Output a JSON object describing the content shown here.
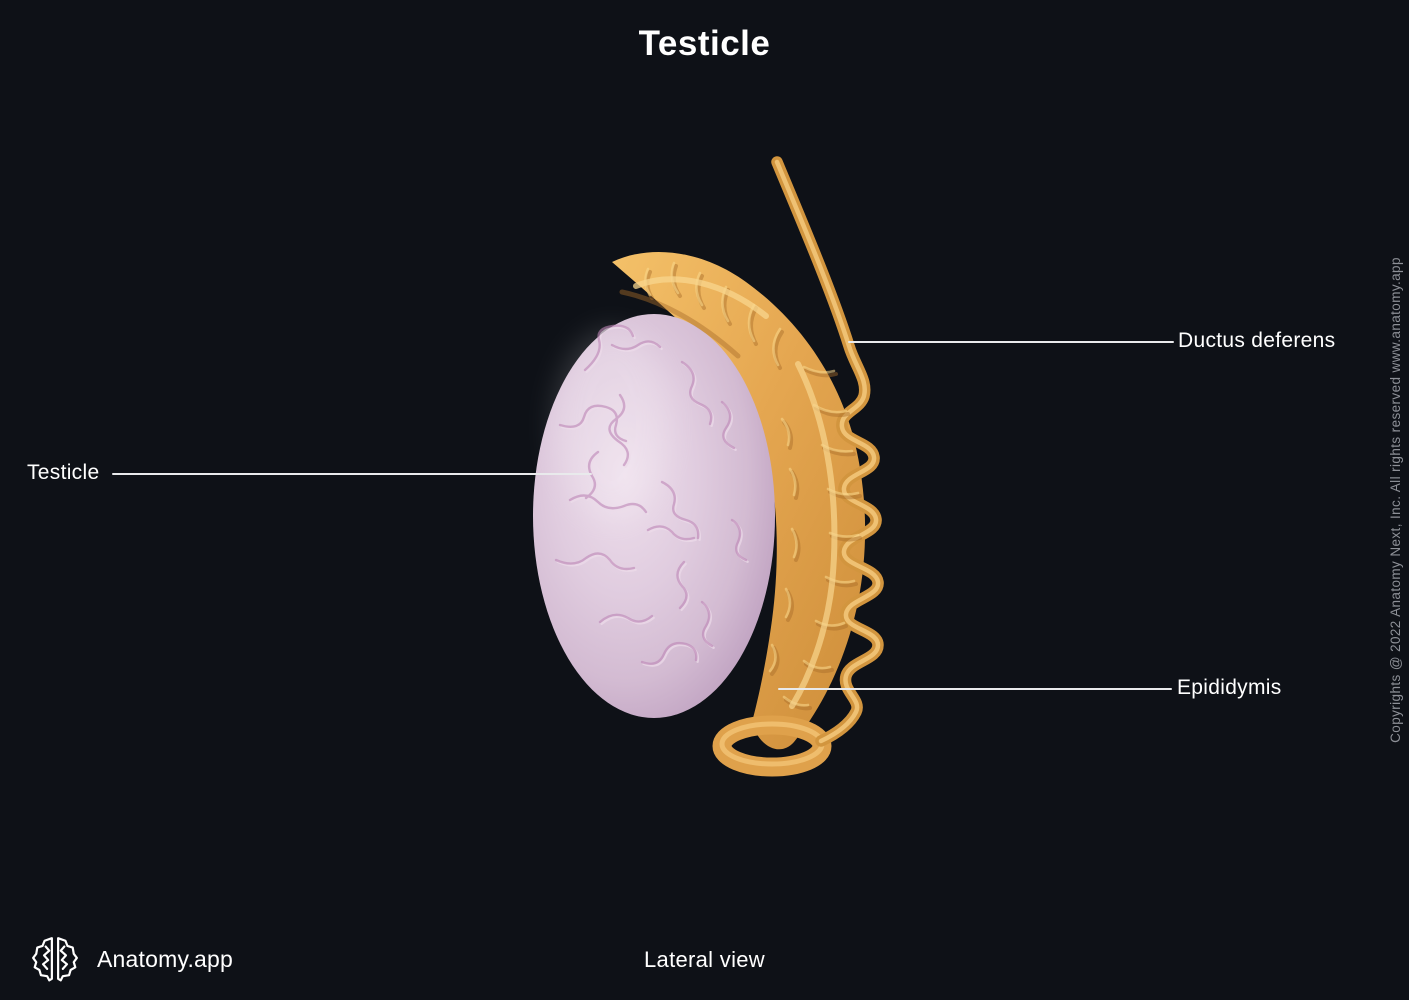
{
  "title": "Testicle",
  "view_label": "Lateral view",
  "brand": {
    "name": "Anatomy.app",
    "logo": "brain-icon"
  },
  "copyright": "Copyrights @ 2022 Anatomy Next, Inc. All rights reserved www.anatomy.app",
  "figure": {
    "type": "anatomical-illustration",
    "subject": "Testicle with epididymis and ductus deferens, lateral view",
    "parts": [
      {
        "name": "Testicle",
        "color": "#dcc6da"
      },
      {
        "name": "Epididymis",
        "color": "#e5a751"
      },
      {
        "name": "Ductus deferens",
        "color": "#e5a751"
      }
    ]
  },
  "labels": [
    {
      "id": "testicle",
      "text": "Testicle",
      "side": "left"
    },
    {
      "id": "ductus-deferens",
      "text": "Ductus deferens",
      "side": "right"
    },
    {
      "id": "epididymis",
      "text": "Epididymis",
      "side": "right"
    }
  ],
  "colors": {
    "background": "#0e1117",
    "text": "#ffffff",
    "copyright_text": "#8d9097",
    "leader_line": "#e9eaec",
    "testicle_fill": "#dcc6da",
    "testicle_vein": "#bd86b6",
    "epididymis_fill": "#e5a751",
    "epididymis_highlight": "#f7cf84",
    "epididymis_shadow": "#a86d2b"
  }
}
